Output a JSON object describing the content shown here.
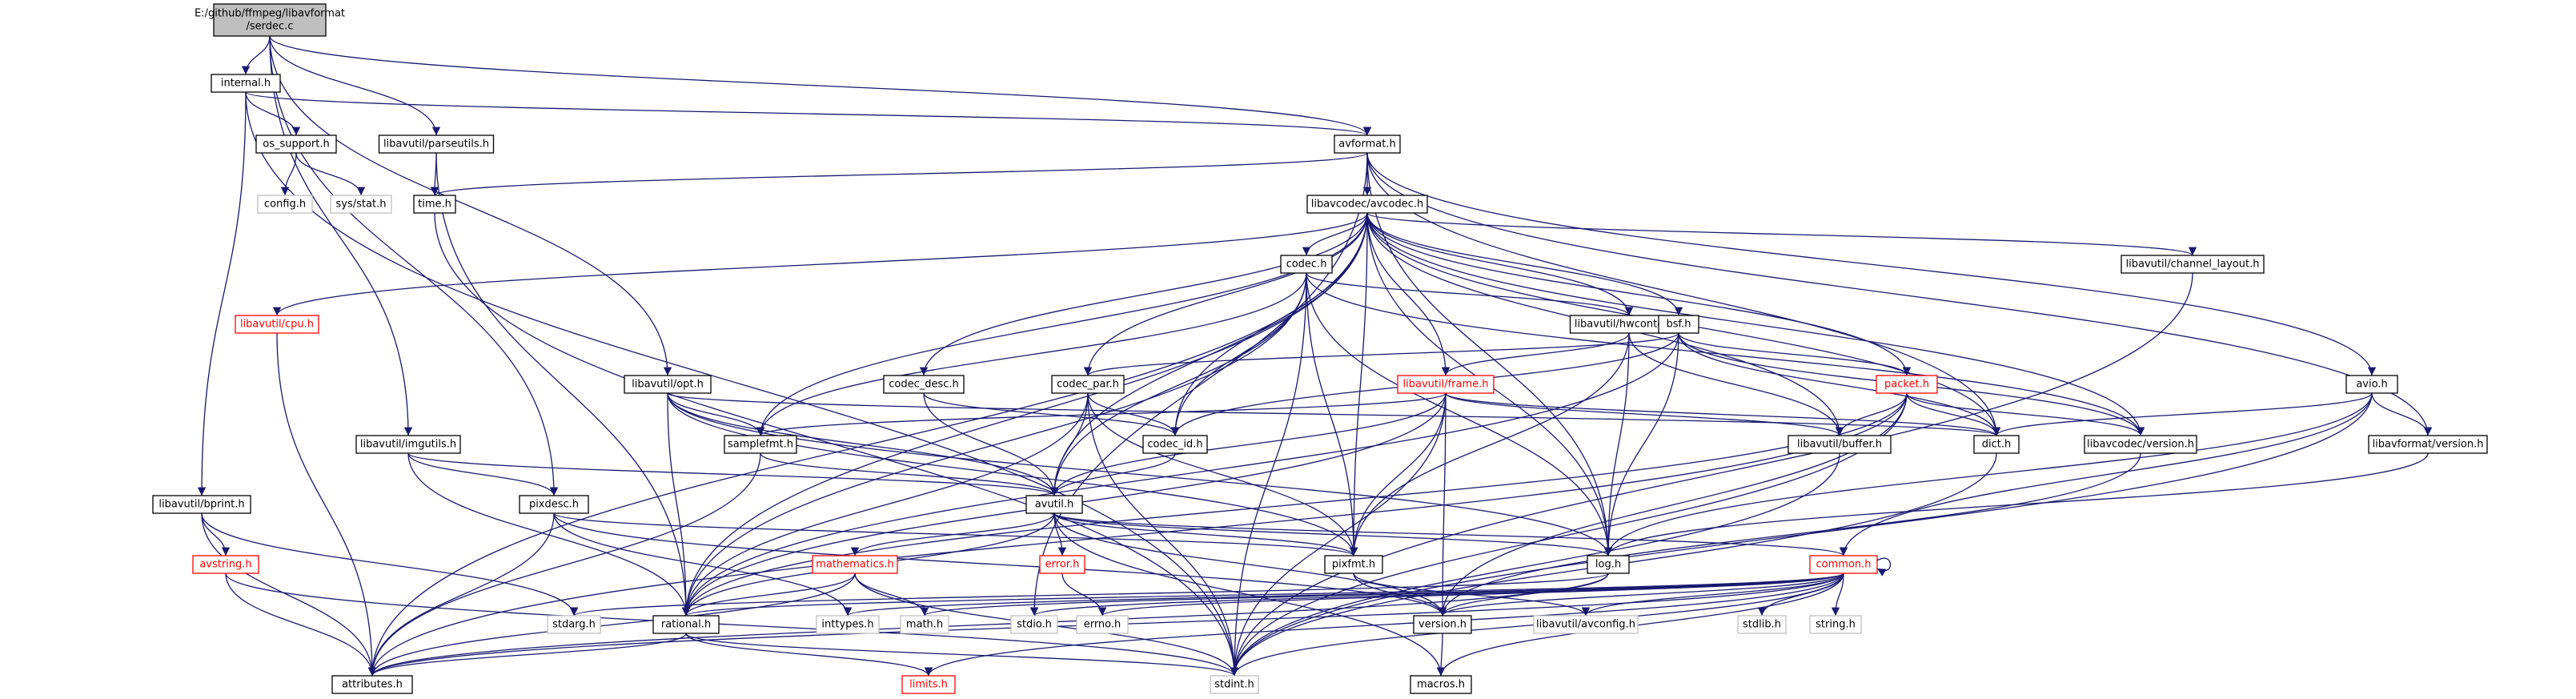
{
  "diagram": {
    "title": "",
    "colors": {
      "edge": "#191970",
      "root_fill": "#bfbfbf",
      "box": "#000000",
      "linked_red": "#ff0000",
      "external_grey": "#c0c0c0"
    },
    "nodes": [
      {
        "id": "serdec",
        "lines": [
          "E:/github/ffmpeg/libavformat",
          "/serdec.c"
        ],
        "kind": "root"
      },
      {
        "id": "internal",
        "lines": [
          "internal.h"
        ],
        "kind": "normal"
      },
      {
        "id": "os_support",
        "lines": [
          "os_support.h"
        ],
        "kind": "normal"
      },
      {
        "id": "config",
        "lines": [
          "config.h"
        ],
        "kind": "grey"
      },
      {
        "id": "sys_stat",
        "lines": [
          "sys/stat.h"
        ],
        "kind": "grey"
      },
      {
        "id": "parseutils",
        "lines": [
          "libavutil/parseutils.h"
        ],
        "kind": "normal"
      },
      {
        "id": "time_h",
        "lines": [
          "time.h"
        ],
        "kind": "normal"
      },
      {
        "id": "avformat",
        "lines": [
          "avformat.h"
        ],
        "kind": "normal"
      },
      {
        "id": "avcodec",
        "lines": [
          "libavcodec/avcodec.h"
        ],
        "kind": "normal"
      },
      {
        "id": "codec",
        "lines": [
          "codec.h"
        ],
        "kind": "normal"
      },
      {
        "id": "hwcontext",
        "lines": [
          "libavutil/hwcontext.h"
        ],
        "kind": "normal"
      },
      {
        "id": "bsf",
        "lines": [
          "bsf.h"
        ],
        "kind": "normal"
      },
      {
        "id": "channel_layout",
        "lines": [
          "libavutil/channel_layout.h"
        ],
        "kind": "normal"
      },
      {
        "id": "cpu",
        "lines": [
          "libavutil/cpu.h"
        ],
        "kind": "red"
      },
      {
        "id": "opt",
        "lines": [
          "libavutil/opt.h"
        ],
        "kind": "normal"
      },
      {
        "id": "codec_desc",
        "lines": [
          "codec_desc.h"
        ],
        "kind": "normal"
      },
      {
        "id": "codec_par",
        "lines": [
          "codec_par.h"
        ],
        "kind": "normal"
      },
      {
        "id": "frame",
        "lines": [
          "libavutil/frame.h"
        ],
        "kind": "red"
      },
      {
        "id": "packet",
        "lines": [
          "packet.h"
        ],
        "kind": "red"
      },
      {
        "id": "avio",
        "lines": [
          "avio.h"
        ],
        "kind": "normal"
      },
      {
        "id": "imgutils",
        "lines": [
          "libavutil/imgutils.h"
        ],
        "kind": "normal"
      },
      {
        "id": "samplefmt",
        "lines": [
          "samplefmt.h"
        ],
        "kind": "normal"
      },
      {
        "id": "codec_id",
        "lines": [
          "codec_id.h"
        ],
        "kind": "normal"
      },
      {
        "id": "buffer",
        "lines": [
          "libavutil/buffer.h"
        ],
        "kind": "normal"
      },
      {
        "id": "dict",
        "lines": [
          "dict.h"
        ],
        "kind": "normal"
      },
      {
        "id": "codec_version",
        "lines": [
          "libavcodec/version.h"
        ],
        "kind": "normal"
      },
      {
        "id": "format_version",
        "lines": [
          "libavformat/version.h"
        ],
        "kind": "normal"
      },
      {
        "id": "bprint",
        "lines": [
          "libavutil/bprint.h"
        ],
        "kind": "normal"
      },
      {
        "id": "pixdesc",
        "lines": [
          "pixdesc.h"
        ],
        "kind": "normal"
      },
      {
        "id": "avutil",
        "lines": [
          "avutil.h"
        ],
        "kind": "normal"
      },
      {
        "id": "avstring",
        "lines": [
          "avstring.h"
        ],
        "kind": "red"
      },
      {
        "id": "mathematics",
        "lines": [
          "mathematics.h"
        ],
        "kind": "red"
      },
      {
        "id": "error",
        "lines": [
          "error.h"
        ],
        "kind": "red"
      },
      {
        "id": "pixfmt",
        "lines": [
          "pixfmt.h"
        ],
        "kind": "normal"
      },
      {
        "id": "log",
        "lines": [
          "log.h"
        ],
        "kind": "normal"
      },
      {
        "id": "common",
        "lines": [
          "common.h"
        ],
        "kind": "red"
      },
      {
        "id": "stdarg",
        "lines": [
          "stdarg.h"
        ],
        "kind": "grey"
      },
      {
        "id": "rational",
        "lines": [
          "rational.h"
        ],
        "kind": "normal"
      },
      {
        "id": "inttypes",
        "lines": [
          "inttypes.h"
        ],
        "kind": "grey"
      },
      {
        "id": "math_h",
        "lines": [
          "math.h"
        ],
        "kind": "grey"
      },
      {
        "id": "stdio",
        "lines": [
          "stdio.h"
        ],
        "kind": "grey"
      },
      {
        "id": "errno",
        "lines": [
          "errno.h"
        ],
        "kind": "grey"
      },
      {
        "id": "version",
        "lines": [
          "version.h"
        ],
        "kind": "normal"
      },
      {
        "id": "avconfig",
        "lines": [
          "libavutil/avconfig.h"
        ],
        "kind": "grey"
      },
      {
        "id": "stdlib",
        "lines": [
          "stdlib.h"
        ],
        "kind": "grey"
      },
      {
        "id": "string_h",
        "lines": [
          "string.h"
        ],
        "kind": "grey"
      },
      {
        "id": "attributes",
        "lines": [
          "attributes.h"
        ],
        "kind": "normal"
      },
      {
        "id": "limits",
        "lines": [
          "limits.h"
        ],
        "kind": "red"
      },
      {
        "id": "stdint",
        "lines": [
          "stdint.h"
        ],
        "kind": "grey"
      },
      {
        "id": "macros",
        "lines": [
          "macros.h"
        ],
        "kind": "normal"
      }
    ],
    "edges": [
      [
        "serdec",
        "internal"
      ],
      [
        "serdec",
        "parseutils"
      ],
      [
        "serdec",
        "avformat"
      ],
      [
        "serdec",
        "opt"
      ],
      [
        "serdec",
        "imgutils"
      ],
      [
        "serdec",
        "pixdesc"
      ],
      [
        "internal",
        "os_support"
      ],
      [
        "internal",
        "avformat"
      ],
      [
        "internal",
        "bprint"
      ],
      [
        "internal",
        "stdint"
      ],
      [
        "os_support",
        "config"
      ],
      [
        "os_support",
        "sys_stat"
      ],
      [
        "parseutils",
        "time_h"
      ],
      [
        "parseutils",
        "rational"
      ],
      [
        "time_h",
        "stdint"
      ],
      [
        "avformat",
        "time_h"
      ],
      [
        "avformat",
        "avcodec"
      ],
      [
        "avformat",
        "avio"
      ],
      [
        "avformat",
        "format_version"
      ],
      [
        "avformat",
        "dict"
      ],
      [
        "avformat",
        "log"
      ],
      [
        "avformat",
        "stdio"
      ],
      [
        "avcodec",
        "codec"
      ],
      [
        "avcodec",
        "hwcontext"
      ],
      [
        "avcodec",
        "bsf"
      ],
      [
        "avcodec",
        "channel_layout"
      ],
      [
        "avcodec",
        "cpu"
      ],
      [
        "avcodec",
        "codec_desc"
      ],
      [
        "avcodec",
        "codec_par"
      ],
      [
        "avcodec",
        "frame"
      ],
      [
        "avcodec",
        "packet"
      ],
      [
        "avcodec",
        "samplefmt"
      ],
      [
        "avcodec",
        "codec_id"
      ],
      [
        "avcodec",
        "buffer"
      ],
      [
        "avcodec",
        "dict"
      ],
      [
        "avcodec",
        "codec_version"
      ],
      [
        "avcodec",
        "attributes"
      ],
      [
        "avcodec",
        "avutil"
      ],
      [
        "avcodec",
        "rational"
      ],
      [
        "avcodec",
        "log"
      ],
      [
        "avcodec",
        "pixfmt"
      ],
      [
        "codec",
        "hwcontext"
      ],
      [
        "codec",
        "samplefmt"
      ],
      [
        "codec",
        "codec_id"
      ],
      [
        "codec",
        "avutil"
      ],
      [
        "codec",
        "pixfmt"
      ],
      [
        "codec",
        "log"
      ],
      [
        "codec",
        "rational"
      ],
      [
        "codec",
        "stdint"
      ],
      [
        "codec",
        "codec_version"
      ],
      [
        "hwcontext",
        "frame"
      ],
      [
        "hwcontext",
        "buffer"
      ],
      [
        "hwcontext",
        "pixfmt"
      ],
      [
        "hwcontext",
        "log"
      ],
      [
        "bsf",
        "codec_par"
      ],
      [
        "bsf",
        "packet"
      ],
      [
        "bsf",
        "codec_id"
      ],
      [
        "bsf",
        "dict"
      ],
      [
        "bsf",
        "log"
      ],
      [
        "bsf",
        "rational"
      ],
      [
        "bsf",
        "codec_version"
      ],
      [
        "channel_layout",
        "stdint"
      ],
      [
        "cpu",
        "attributes"
      ],
      [
        "opt",
        "samplefmt"
      ],
      [
        "opt",
        "rational"
      ],
      [
        "opt",
        "avutil"
      ],
      [
        "opt",
        "dict"
      ],
      [
        "opt",
        "log"
      ],
      [
        "opt",
        "pixfmt"
      ],
      [
        "codec_desc",
        "codec_id"
      ],
      [
        "codec_desc",
        "avutil"
      ],
      [
        "codec_par",
        "codec_id"
      ],
      [
        "codec_par",
        "avutil"
      ],
      [
        "codec_par",
        "rational"
      ],
      [
        "codec_par",
        "pixfmt"
      ],
      [
        "codec_par",
        "stdint"
      ],
      [
        "frame",
        "samplefmt"
      ],
      [
        "frame",
        "avutil"
      ],
      [
        "frame",
        "buffer"
      ],
      [
        "frame",
        "dict"
      ],
      [
        "frame",
        "rational"
      ],
      [
        "frame",
        "pixfmt"
      ],
      [
        "frame",
        "stdint"
      ],
      [
        "frame",
        "version"
      ],
      [
        "packet",
        "buffer"
      ],
      [
        "packet",
        "dict"
      ],
      [
        "packet",
        "attributes"
      ],
      [
        "packet",
        "rational"
      ],
      [
        "packet",
        "codec_version"
      ],
      [
        "packet",
        "stdint"
      ],
      [
        "packet",
        "version"
      ],
      [
        "avio",
        "dict"
      ],
      [
        "avio",
        "log"
      ],
      [
        "avio",
        "common"
      ],
      [
        "avio",
        "format_version"
      ],
      [
        "avio",
        "stdint"
      ],
      [
        "imgutils",
        "avutil"
      ],
      [
        "imgutils",
        "pixdesc"
      ],
      [
        "imgutils",
        "rational"
      ],
      [
        "samplefmt",
        "avutil"
      ],
      [
        "samplefmt",
        "attributes"
      ],
      [
        "codec_id",
        "avutil"
      ],
      [
        "buffer",
        "stdint"
      ],
      [
        "dict",
        "stdint"
      ],
      [
        "codec_version",
        "version"
      ],
      [
        "format_version",
        "log"
      ],
      [
        "bprint",
        "avstring"
      ],
      [
        "bprint",
        "stdarg"
      ],
      [
        "bprint",
        "attributes"
      ],
      [
        "pixdesc",
        "pixfmt"
      ],
      [
        "pixdesc",
        "inttypes"
      ],
      [
        "pixdesc",
        "attributes"
      ],
      [
        "pixdesc",
        "version"
      ],
      [
        "avstring",
        "attributes"
      ],
      [
        "avstring",
        "stdint"
      ],
      [
        "avstring",
        "stddef_skip"
      ],
      [
        "avutil",
        "mathematics"
      ],
      [
        "avutil",
        "error"
      ],
      [
        "avutil",
        "pixfmt"
      ],
      [
        "avutil",
        "log"
      ],
      [
        "avutil",
        "common"
      ],
      [
        "avutil",
        "rational"
      ],
      [
        "avutil",
        "version"
      ],
      [
        "avutil",
        "macros"
      ],
      [
        "mathematics",
        "rational"
      ],
      [
        "mathematics",
        "math_h"
      ],
      [
        "mathematics",
        "attributes"
      ],
      [
        "mathematics",
        "stdint"
      ],
      [
        "error",
        "errno"
      ],
      [
        "pixfmt",
        "avconfig"
      ],
      [
        "pixfmt",
        "version"
      ],
      [
        "log",
        "stdarg"
      ],
      [
        "log",
        "attributes"
      ],
      [
        "log",
        "version"
      ],
      [
        "common",
        "common"
      ],
      [
        "common",
        "rational"
      ],
      [
        "common",
        "inttypes"
      ],
      [
        "common",
        "math_h"
      ],
      [
        "common",
        "stdio"
      ],
      [
        "common",
        "errno"
      ],
      [
        "common",
        "version"
      ],
      [
        "common",
        "avconfig"
      ],
      [
        "common",
        "stdlib"
      ],
      [
        "common",
        "string_h"
      ],
      [
        "common",
        "attributes"
      ],
      [
        "common",
        "limits"
      ],
      [
        "common",
        "stdint"
      ],
      [
        "common",
        "macros"
      ],
      [
        "rational",
        "attributes"
      ],
      [
        "rational",
        "limits"
      ],
      [
        "rational",
        "stdint"
      ],
      [
        "version",
        "macros"
      ]
    ]
  }
}
